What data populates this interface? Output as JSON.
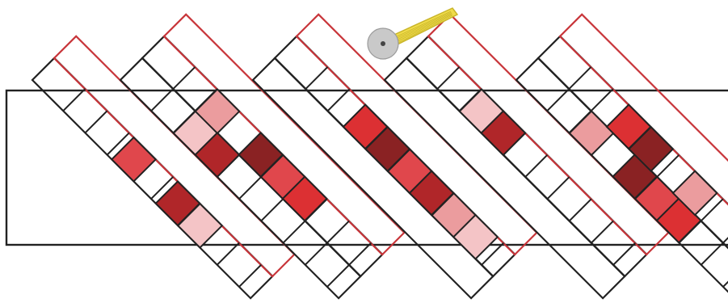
{
  "colors": {
    "background": "#ffffff",
    "frame_stroke": "#222222",
    "black_strip_stroke": "#222222",
    "red_strip_stroke": "#c8353a",
    "shade_pale": "#f4c4c6",
    "shade_light": "#eb9c9e",
    "shade_medium": "#e0474c",
    "shade_bright": "#dc3033",
    "shade_strong": "#b02629",
    "shade_dark": "#8a2223",
    "cutter_blade": "#c9c9c9",
    "cutter_handle": "#f0dc4a",
    "cutter_handle_edge": "#c9b52a"
  },
  "rotary_cutter": {
    "icon": "rotary-cutter-icon"
  },
  "strips": [
    {
      "id": "b1",
      "color": "black",
      "cells": []
    },
    {
      "id": "r1",
      "color": "red",
      "cells": []
    },
    {
      "id": "b2",
      "color": "black",
      "cells": []
    },
    {
      "id": "b3",
      "color": "black",
      "cells": []
    },
    {
      "id": "r2",
      "color": "red",
      "cells": []
    },
    {
      "id": "b4",
      "color": "black",
      "cells": []
    },
    {
      "id": "b5",
      "color": "black",
      "cells": []
    },
    {
      "id": "r3",
      "color": "red",
      "cells": []
    },
    {
      "id": "b6",
      "color": "black",
      "cells": []
    },
    {
      "id": "b7",
      "color": "black",
      "cells": []
    },
    {
      "id": "r4",
      "color": "red",
      "cells": []
    },
    {
      "id": "b8",
      "color": "black",
      "cells": []
    },
    {
      "id": "b9",
      "color": "black",
      "cells": []
    },
    {
      "id": "r5",
      "color": "red",
      "cells": []
    }
  ],
  "shaded_squares": [
    {
      "strip": "b1",
      "shade": "medium"
    },
    {
      "strip": "b1",
      "shade": "strong"
    },
    {
      "strip": "b1",
      "shade": "pale"
    },
    {
      "strip": "b2",
      "shade": "pale"
    },
    {
      "strip": "b2",
      "shade": "strong"
    },
    {
      "strip": "b3",
      "shade": "light"
    },
    {
      "strip": "b3",
      "shade": "dark"
    },
    {
      "strip": "b3",
      "shade": "medium"
    },
    {
      "strip": "b3",
      "shade": "bright"
    },
    {
      "strip": "b5",
      "shade": "bright"
    },
    {
      "strip": "b5",
      "shade": "dark"
    },
    {
      "strip": "b5",
      "shade": "medium"
    },
    {
      "strip": "b5",
      "shade": "strong"
    },
    {
      "strip": "b5",
      "shade": "light"
    },
    {
      "strip": "b5",
      "shade": "pale"
    },
    {
      "strip": "b7",
      "shade": "pale"
    },
    {
      "strip": "b7",
      "shade": "strong"
    },
    {
      "strip": "b8",
      "shade": "light"
    },
    {
      "strip": "b8",
      "shade": "dark"
    },
    {
      "strip": "b8",
      "shade": "medium"
    },
    {
      "strip": "b8",
      "shade": "bright"
    },
    {
      "strip": "b9",
      "shade": "bright"
    },
    {
      "strip": "b9",
      "shade": "dark"
    },
    {
      "strip": "b9",
      "shade": "light"
    }
  ]
}
